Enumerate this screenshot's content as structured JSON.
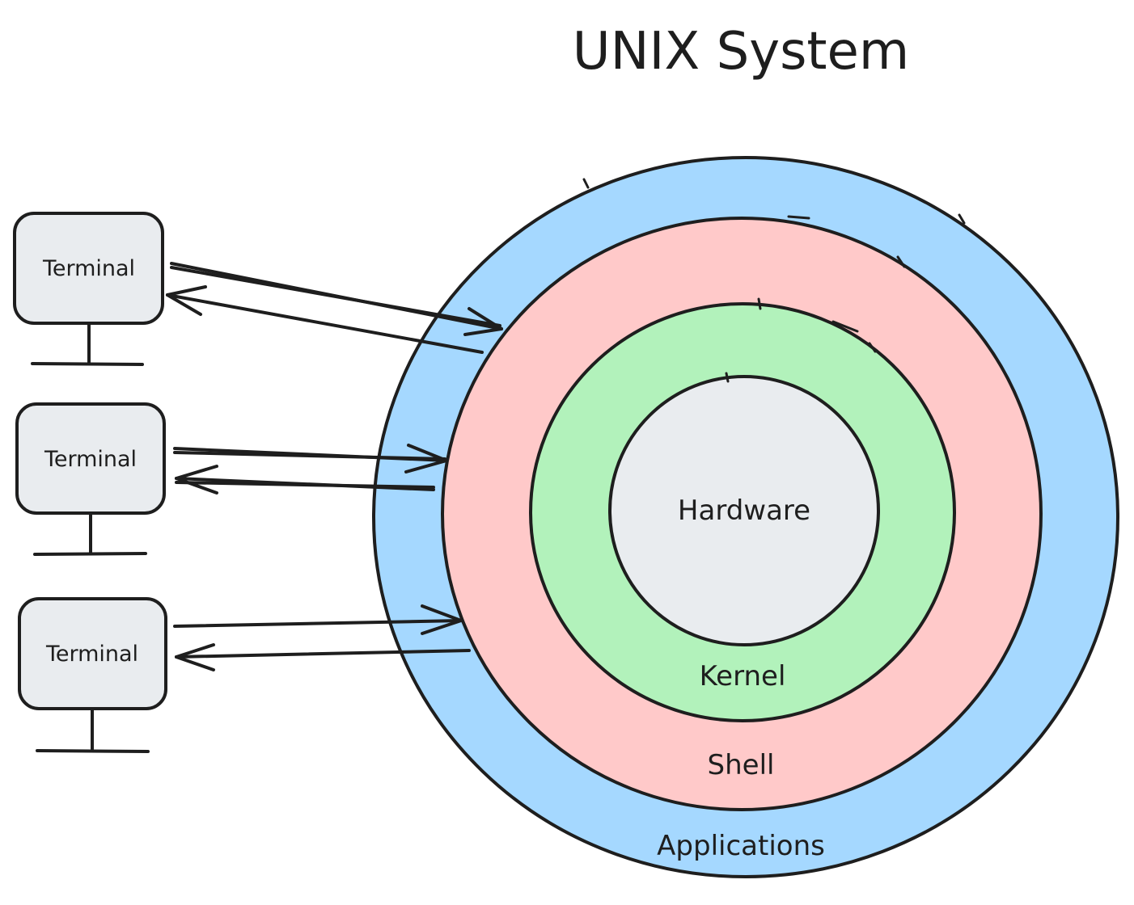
{
  "title": "UNIX System",
  "layers": [
    {
      "id": "applications",
      "label": "Applications",
      "color": "#a5d8ff"
    },
    {
      "id": "shell",
      "label": "Shell",
      "color": "#ffc9c9"
    },
    {
      "id": "kernel",
      "label": "Kernel",
      "color": "#b2f2bb"
    },
    {
      "id": "hardware",
      "label": "Hardware",
      "color": "#e9ecef"
    }
  ],
  "terminals": [
    {
      "label": "Terminal"
    },
    {
      "label": "Terminal"
    },
    {
      "label": "Terminal"
    }
  ],
  "colors": {
    "stroke": "#1e1e1e",
    "terminal_fill": "#e9ecef",
    "background": "#ffffff"
  }
}
